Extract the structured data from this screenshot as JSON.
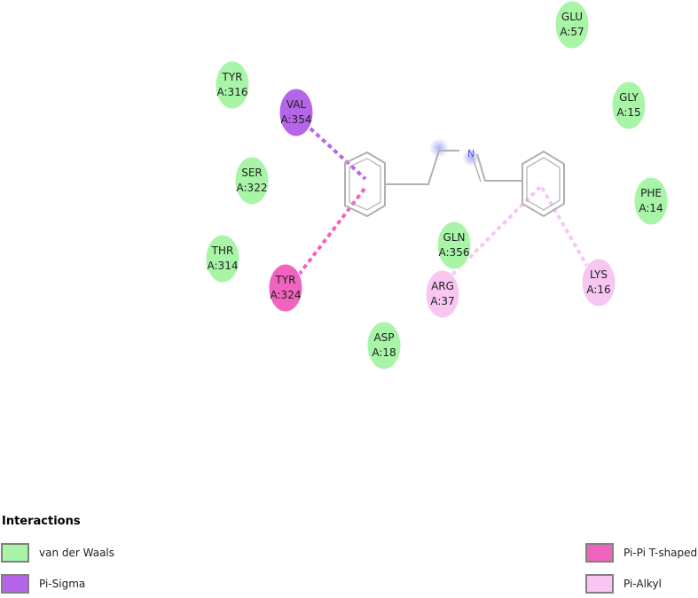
{
  "colors": {
    "vdw": "#a8f5a8",
    "pi_sigma": "#b565e8",
    "pi_pi_tshaped": "#f064c0",
    "pi_alkyl": "#f7c7f2",
    "bond": "#b0b0b0",
    "nitrogen": "#4a52e0"
  },
  "ligand": {
    "nitrogen_label": "N"
  },
  "residues": [
    {
      "name": "GLU",
      "num": "A:57",
      "type": "vdw"
    },
    {
      "name": "TYR",
      "num": "A:316",
      "type": "vdw"
    },
    {
      "name": "VAL",
      "num": "A:354",
      "type": "pi_sigma"
    },
    {
      "name": "GLY",
      "num": "A:15",
      "type": "vdw"
    },
    {
      "name": "SER",
      "num": "A:322",
      "type": "vdw"
    },
    {
      "name": "PHE",
      "num": "A:14",
      "type": "vdw"
    },
    {
      "name": "GLN",
      "num": "A:356",
      "type": "vdw"
    },
    {
      "name": "THR",
      "num": "A:314",
      "type": "vdw"
    },
    {
      "name": "TYR",
      "num": "A:324",
      "type": "pi_pi_tshaped"
    },
    {
      "name": "ARG",
      "num": "A:37",
      "type": "pi_alkyl"
    },
    {
      "name": "LYS",
      "num": "A:16",
      "type": "pi_alkyl"
    },
    {
      "name": "ASP",
      "num": "A:18",
      "type": "vdw"
    }
  ],
  "legend": {
    "title": "Interactions",
    "items": [
      {
        "label": "van der Waals",
        "type": "vdw"
      },
      {
        "label": "Pi-Sigma",
        "type": "pi_sigma"
      },
      {
        "label": "Pi-Pi T-shaped",
        "type": "pi_pi_tshaped"
      },
      {
        "label": "Pi-Alkyl",
        "type": "pi_alkyl"
      }
    ]
  }
}
